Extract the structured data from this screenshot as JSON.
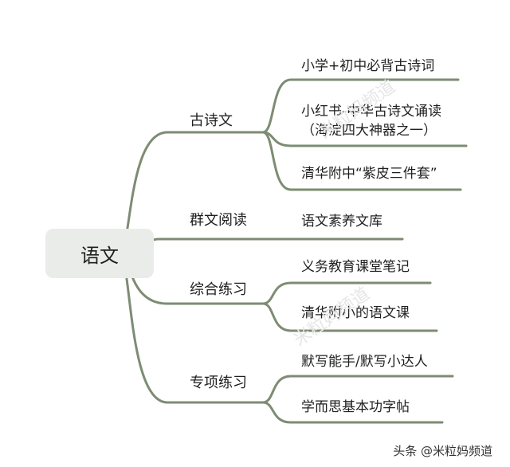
{
  "mindmap": {
    "root": "语文",
    "branches": [
      {
        "label": "古诗文",
        "leaves": [
          {
            "text": "小学+初中必背古诗词"
          },
          {
            "text": "小红书-中华古诗文诵读",
            "text2": "（海淀四大神器之一）"
          },
          {
            "text": "清华附中“紫皮三件套”"
          }
        ]
      },
      {
        "label": "群文阅读",
        "leaves": [
          {
            "text": "语文素养文库"
          }
        ]
      },
      {
        "label": "综合练习",
        "leaves": [
          {
            "text": "义务教育课堂笔记"
          },
          {
            "text": "清华附小的语文课"
          }
        ]
      },
      {
        "label": "专项练习",
        "leaves": [
          {
            "text": "默写能手/默写小达人"
          },
          {
            "text": "学而思基本功字帖"
          }
        ]
      }
    ]
  },
  "colors": {
    "line": "#7d8c73",
    "root_fill": "#e9ece8"
  },
  "watermark": "米粒妈频道",
  "credit": "头条 @米粒妈频道"
}
